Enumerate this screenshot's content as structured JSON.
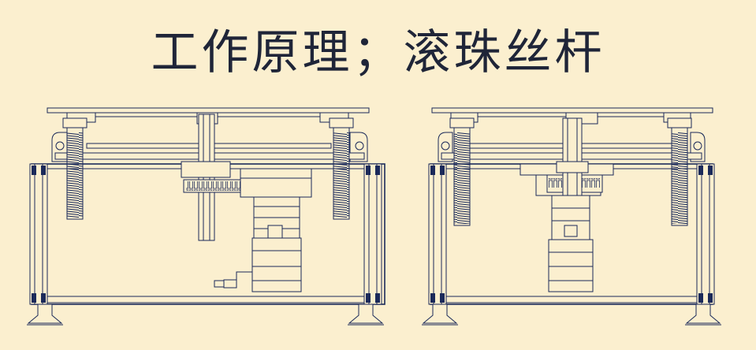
{
  "title": "工作原理；滚珠丝杆",
  "colors": {
    "background": "#fbefcf",
    "line": "#1b2a5a",
    "title": "#1f2538"
  },
  "views": [
    {
      "name": "left-view",
      "state": "raised"
    },
    {
      "name": "right-view",
      "state": "lowered"
    }
  ]
}
